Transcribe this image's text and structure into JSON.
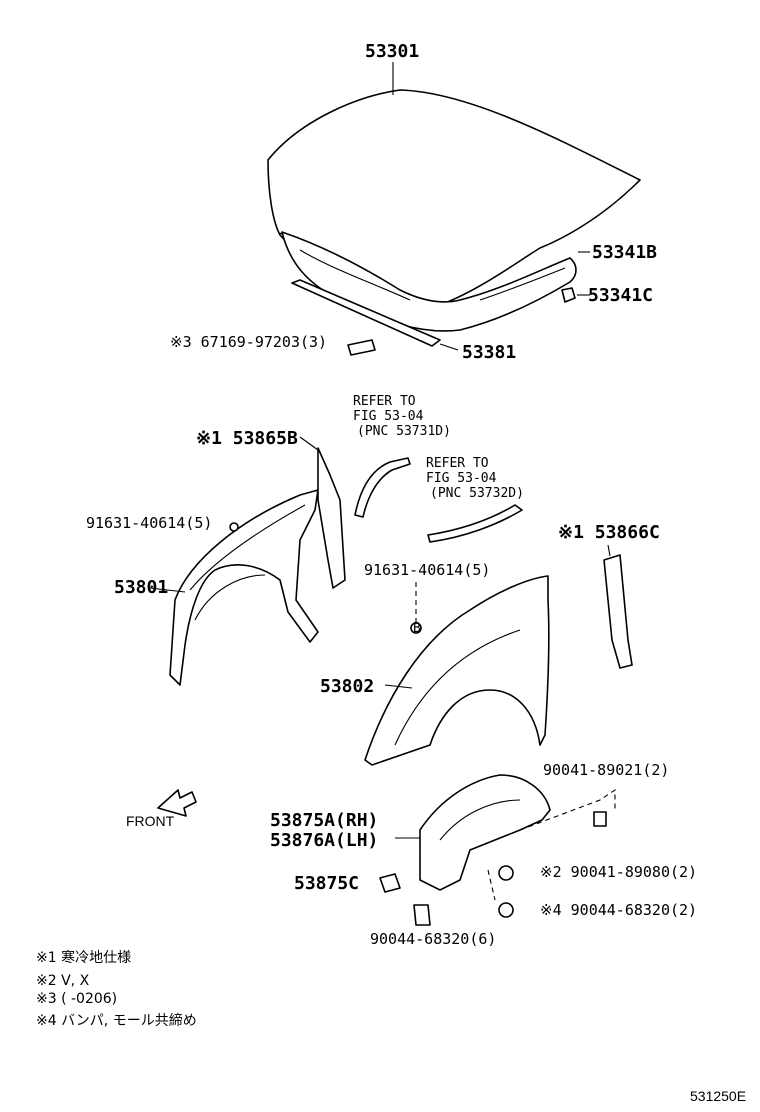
{
  "labels": {
    "hood": "53301",
    "hood_insulator": "53341B",
    "insulator_clip": "53341C",
    "seal_part": "※3 67169-97203(3)",
    "hood_seal": "53381",
    "refer1_line1": "REFER TO",
    "refer1_line2": "FIG 53-04",
    "refer1_line3": "(PNC 53731D)",
    "refer2_line1": "REFER TO",
    "refer2_line2": "FIG 53-04",
    "refer2_line3": "(PNC 53732D)",
    "seal_left": "※1 53865B",
    "screw_left": "91631-40614(5)",
    "fender_left": "53801",
    "seal_right": "※1 53866C",
    "screw_right": "91631-40614(5)",
    "fender_right": "53802",
    "clip_top": "90041-89021(2)",
    "liner_rh": "53875A(RH)",
    "liner_lh": "53876A(LH)",
    "clip_875c": "53875C",
    "clip_mid": "※2 90041-89080(2)",
    "nut_right": "※4 90044-68320(2)",
    "nut_bottom": "90044-68320(6)",
    "front": "FRONT",
    "callout_b": "B"
  },
  "notes": [
    "※1 寒冷地仕様",
    "※2 V, X",
    "※3 (      -0206)",
    "※4 バンパ, モール共締め"
  ],
  "figure_id": "531250E"
}
